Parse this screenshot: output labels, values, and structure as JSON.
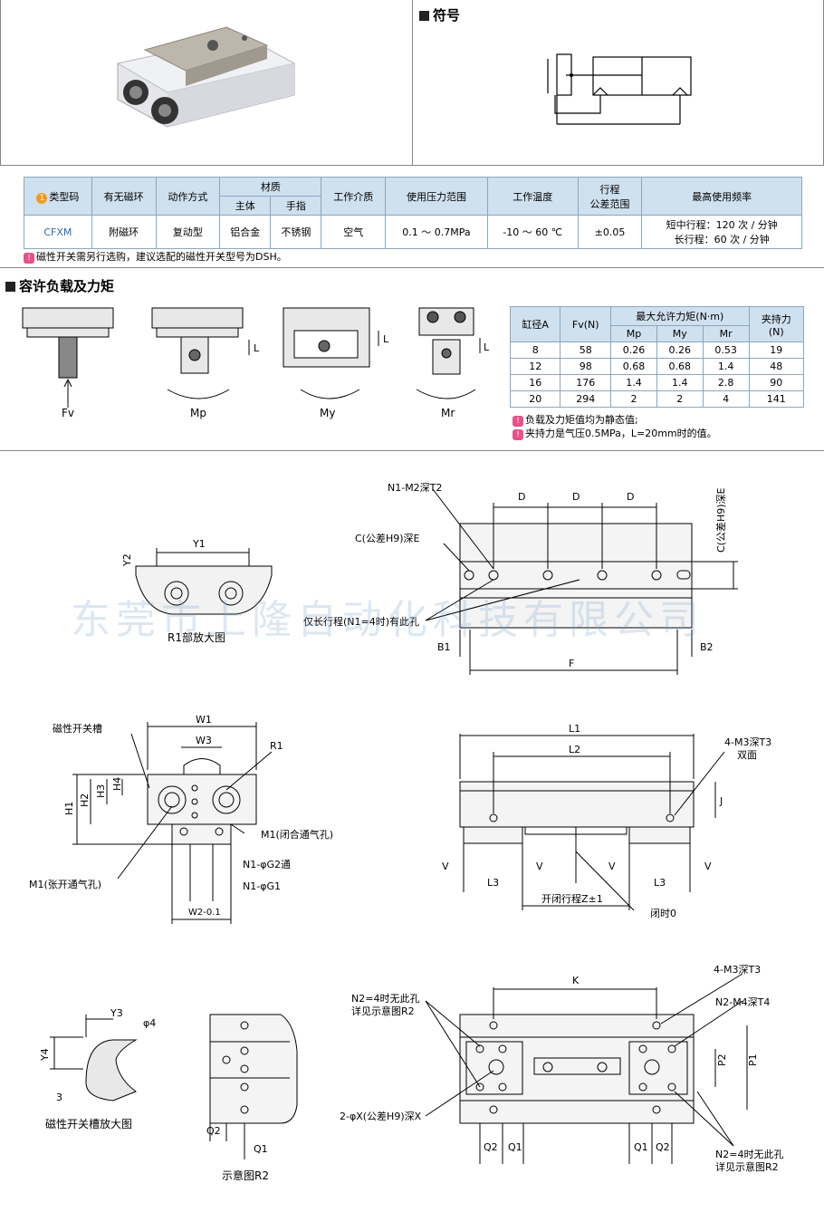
{
  "symbol_section": {
    "title": "符号"
  },
  "spec_table": {
    "headers": {
      "type_code": "类型码",
      "magnet_ring": "有无磁环",
      "action": "动作方式",
      "material": "材质",
      "material_body": "主体",
      "material_finger": "手指",
      "medium": "工作介质",
      "pressure": "使用压力范围",
      "temperature": "工作温度",
      "stroke_line1": "行程",
      "stroke_line2": "公差范围",
      "frequency": "最高使用频率"
    },
    "row": {
      "type_code": "CFXM",
      "magnet_ring": "附磁环",
      "action": "复动型",
      "material_body": "铝合金",
      "material_finger": "不锈钢",
      "medium": "空气",
      "pressure": "0.1 ～ 0.7MPa",
      "temperature": "-10 ～ 60 ℃",
      "stroke_tol": "±0.05",
      "freq_line1": "短中行程：120 次 / 分钟",
      "freq_line2": "长行程：60 次 / 分钟"
    },
    "note": "磁性开关需另行选购，建议选配的磁性开关型号为DSH。"
  },
  "load_section": {
    "title": "容许负载及力矩",
    "diagram_labels": {
      "fv": "Fv",
      "mp": "Mp",
      "my": "My",
      "mr": "Mr",
      "l": "L"
    },
    "table": {
      "headers": {
        "bore": "缸径A",
        "fv": "Fv(N)",
        "moment": "最大允许力矩(N·m)",
        "mp": "Mp",
        "my": "My",
        "mr": "Mr",
        "grip_line1": "夹持力",
        "grip_line2": "(N)"
      },
      "rows": [
        {
          "bore": "8",
          "fv": "58",
          "mp": "0.26",
          "my": "0.26",
          "mr": "0.53",
          "grip": "19"
        },
        {
          "bore": "12",
          "fv": "98",
          "mp": "0.68",
          "my": "0.68",
          "mr": "1.4",
          "grip": "48"
        },
        {
          "bore": "16",
          "fv": "176",
          "mp": "1.4",
          "my": "1.4",
          "mr": "2.8",
          "grip": "90"
        },
        {
          "bore": "20",
          "fv": "294",
          "mp": "2",
          "my": "2",
          "mr": "4",
          "grip": "141"
        }
      ],
      "notes": [
        "负载及力矩值均为静态值;",
        "夹持力是气压0.5MPa，L=20mm时的值。"
      ]
    }
  },
  "drawing": {
    "watermark": "东莞市上隆自动化科技有限公司",
    "r1_detail": {
      "caption": "R1部放大图",
      "y1": "Y1",
      "y2": "Y2"
    },
    "top_view": {
      "n1m2": "N1-M2深T2",
      "c_hole": "C(公差H9)深E",
      "c_vert": "C(公差H9)深E",
      "d": "D",
      "long_only": "仅长行程(N1=4时)有此孔",
      "b1": "B1",
      "b2": "B2",
      "f": "F"
    },
    "end_view": {
      "switch_slot": "磁性开关槽",
      "w1": "W1",
      "w3": "W3",
      "r1": "R1",
      "h1": "H1",
      "h2": "H2",
      "h3": "H3",
      "h4": "H4",
      "m1_close": "M1(闭合通气孔)",
      "m1_open": "M1(张开通气孔)",
      "g2": "N1-φG2通",
      "g1": "N1-φG1",
      "w2": "W2-0.1"
    },
    "side_view": {
      "l1": "L1",
      "l2": "L2",
      "j": "J",
      "m3": "4-M3深T3",
      "double": "双面",
      "v": "V",
      "l3": "L3",
      "stroke": "开闭行程Z±1",
      "closed": "闭时0"
    },
    "slot_detail": {
      "caption": "磁性开关槽放大图",
      "y3": "Y3",
      "y4": "Y4",
      "phi4": "φ4",
      "three": "3"
    },
    "r2_view": {
      "caption": "示意图R2",
      "q1": "Q1",
      "q2": "Q2"
    },
    "bottom_view": {
      "k": "K",
      "n2_top": "N2=4时无此孔",
      "n2_top2": "详见示意图R2",
      "m3": "4-M3深T3",
      "m4": "N2-M4深T4",
      "x_hole": "2-φX(公差H9)深X",
      "p1": "P1",
      "p2": "P2",
      "q1": "Q1",
      "q2": "Q2",
      "n2_bot": "N2=4时无此孔",
      "n2_bot2": "详见示意图R2"
    }
  }
}
